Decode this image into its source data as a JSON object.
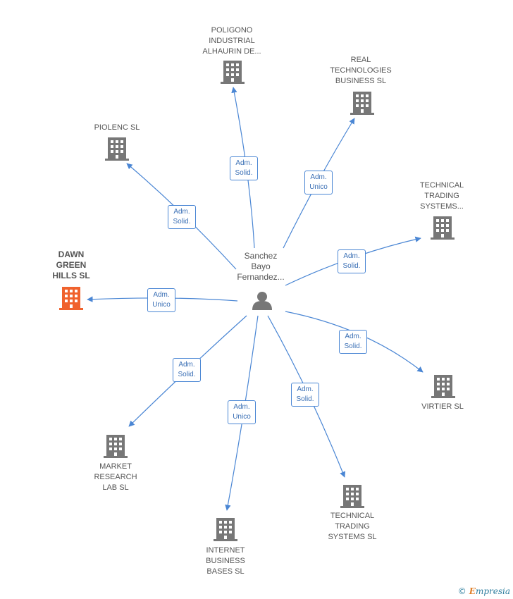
{
  "colors": {
    "edge": "#4a86d4",
    "building": "#777777",
    "highlight": "#f0622d",
    "person": "#777777"
  },
  "center": {
    "name": [
      "Sanchez",
      "Bayo",
      "Fernandez..."
    ],
    "icon": "person-icon"
  },
  "nodes": [
    {
      "id": "poligono",
      "name": [
        "POLIGONO",
        "INDUSTRIAL",
        "ALHAURIN DE..."
      ],
      "icon": "building-icon",
      "highlight": false,
      "relation": [
        "Adm.",
        "Solid."
      ]
    },
    {
      "id": "real-tech",
      "name": [
        "REAL",
        "TECHNOLOGIES",
        "BUSINESS SL"
      ],
      "icon": "building-icon",
      "highlight": false,
      "relation": [
        "Adm.",
        "Unico"
      ]
    },
    {
      "id": "tech-trading-1",
      "name": [
        "TECHNICAL",
        "TRADING",
        "SYSTEMS..."
      ],
      "icon": "building-icon",
      "highlight": false,
      "relation": [
        "Adm.",
        "Solid."
      ]
    },
    {
      "id": "virtier",
      "name": [
        "VIRTIER SL"
      ],
      "icon": "building-icon",
      "highlight": false,
      "relation": [
        "Adm.",
        "Solid."
      ]
    },
    {
      "id": "tech-trading-2",
      "name": [
        "TECHNICAL",
        "TRADING",
        "SYSTEMS SL"
      ],
      "icon": "building-icon",
      "highlight": false,
      "relation": [
        "Adm.",
        "Solid."
      ]
    },
    {
      "id": "internet-business",
      "name": [
        "INTERNET",
        "BUSINESS",
        "BASES SL"
      ],
      "icon": "building-icon",
      "highlight": false,
      "relation": [
        "Adm.",
        "Unico"
      ]
    },
    {
      "id": "market-research",
      "name": [
        "MARKET",
        "RESEARCH",
        "LAB SL"
      ],
      "icon": "building-icon",
      "highlight": false,
      "relation": [
        "Adm.",
        "Solid."
      ]
    },
    {
      "id": "dawn-green",
      "name": [
        "DAWN",
        "GREEN",
        "HILLS SL"
      ],
      "icon": "building-icon",
      "highlight": true,
      "relation": [
        "Adm.",
        "Unico"
      ]
    },
    {
      "id": "piolenc",
      "name": [
        "PIOLENC SL"
      ],
      "icon": "building-icon",
      "highlight": false,
      "relation": [
        "Adm.",
        "Solid."
      ]
    }
  ],
  "footer": {
    "copyright_symbol": "©",
    "brand_initial": "E",
    "brand_rest": "mpresia"
  }
}
